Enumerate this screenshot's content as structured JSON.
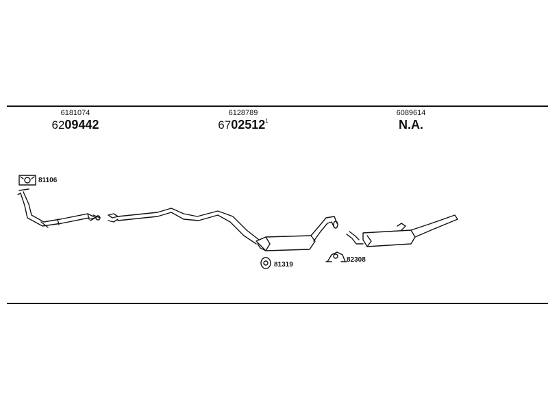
{
  "parts": [
    {
      "ref": "6181074",
      "prefix": "62",
      "number": "09442",
      "suffix": ""
    },
    {
      "ref": "6128789",
      "prefix": "67",
      "number": "02512",
      "suffix": "1"
    },
    {
      "ref": "6089614",
      "prefix": "",
      "number": "N.A.",
      "suffix": ""
    }
  ],
  "callouts": {
    "gasket": "81106",
    "rubber_mount": "81319",
    "clamp": "82308"
  }
}
